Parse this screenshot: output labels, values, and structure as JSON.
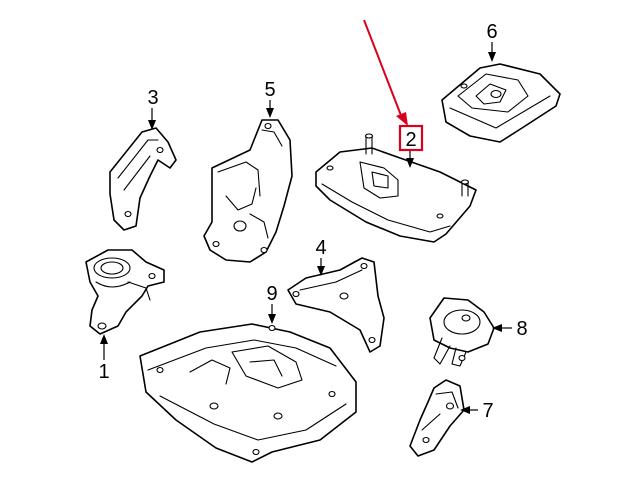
{
  "callouts": [
    {
      "label": "1"
    },
    {
      "label": "2"
    },
    {
      "label": "3"
    },
    {
      "label": "4"
    },
    {
      "label": "5"
    },
    {
      "label": "6"
    },
    {
      "label": "7"
    },
    {
      "label": "8"
    },
    {
      "label": "9"
    }
  ],
  "highlight": {
    "callout": "2",
    "color": "#d9001b"
  }
}
